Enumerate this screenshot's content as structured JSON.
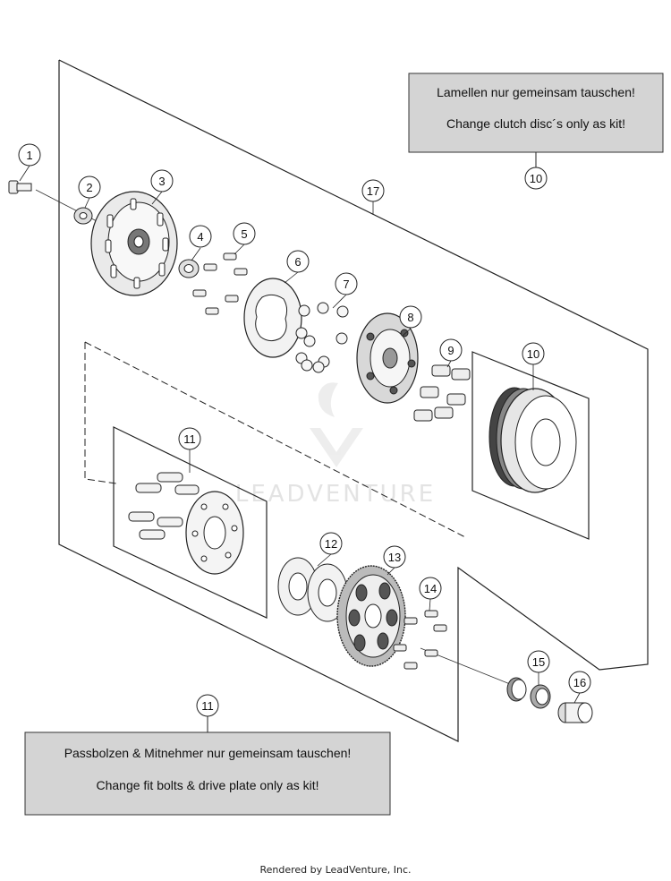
{
  "notes": {
    "top": {
      "line1": "Lamellen nur gemeinsam tauschen!",
      "line2": "Change clutch disc´s only as kit!",
      "callout": "10"
    },
    "bottom": {
      "line1": "Passbolzen & Mitnehmer nur gemeinsam tauschen!",
      "line2": "Change fit bolts & drive plate only as kit!",
      "callout": "11"
    }
  },
  "callouts": [
    {
      "id": "c1",
      "label": "1"
    },
    {
      "id": "c2",
      "label": "2"
    },
    {
      "id": "c3",
      "label": "3"
    },
    {
      "id": "c4",
      "label": "4"
    },
    {
      "id": "c5",
      "label": "5"
    },
    {
      "id": "c6",
      "label": "6"
    },
    {
      "id": "c7",
      "label": "7"
    },
    {
      "id": "c8",
      "label": "8"
    },
    {
      "id": "c9",
      "label": "9"
    },
    {
      "id": "c10",
      "label": "10"
    },
    {
      "id": "c11",
      "label": "11"
    },
    {
      "id": "c12",
      "label": "12"
    },
    {
      "id": "c13",
      "label": "13"
    },
    {
      "id": "c14",
      "label": "14"
    },
    {
      "id": "c15",
      "label": "15"
    },
    {
      "id": "c16",
      "label": "16"
    },
    {
      "id": "c17",
      "label": "17"
    }
  ],
  "watermark": "LEADVENTURE",
  "footer": "Rendered by LeadVenture, Inc."
}
